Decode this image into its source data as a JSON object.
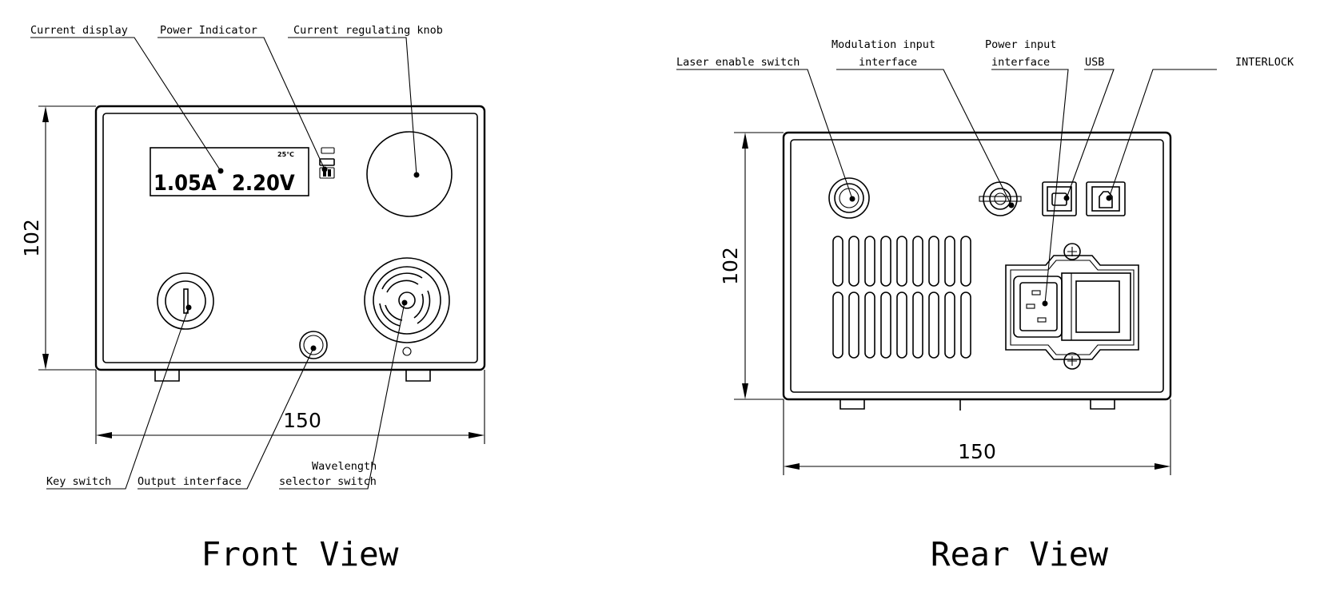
{
  "front": {
    "title": "Front View",
    "labels": {
      "current_display": "Current display",
      "power_indicator": "Power Indicator",
      "current_knob": "Current regulating knob",
      "key_switch": "Key switch",
      "output_interface": "Output interface",
      "wavelength_line1": "Wavelength",
      "wavelength_line2": "selector switch"
    },
    "display": {
      "current": "1.05A",
      "voltage": "2.20V",
      "temperature": "25℃"
    },
    "dims": {
      "height": "102",
      "width": "150"
    }
  },
  "rear": {
    "title": "Rear View",
    "labels": {
      "laser_enable": "Laser enable switch",
      "modulation_line1": "Modulation input",
      "modulation_line2": "interface",
      "power_line1": "Power input",
      "power_line2": "interface",
      "usb": "USB",
      "interlock": "INTERLOCK"
    },
    "dims": {
      "height": "102",
      "width": "150"
    }
  }
}
